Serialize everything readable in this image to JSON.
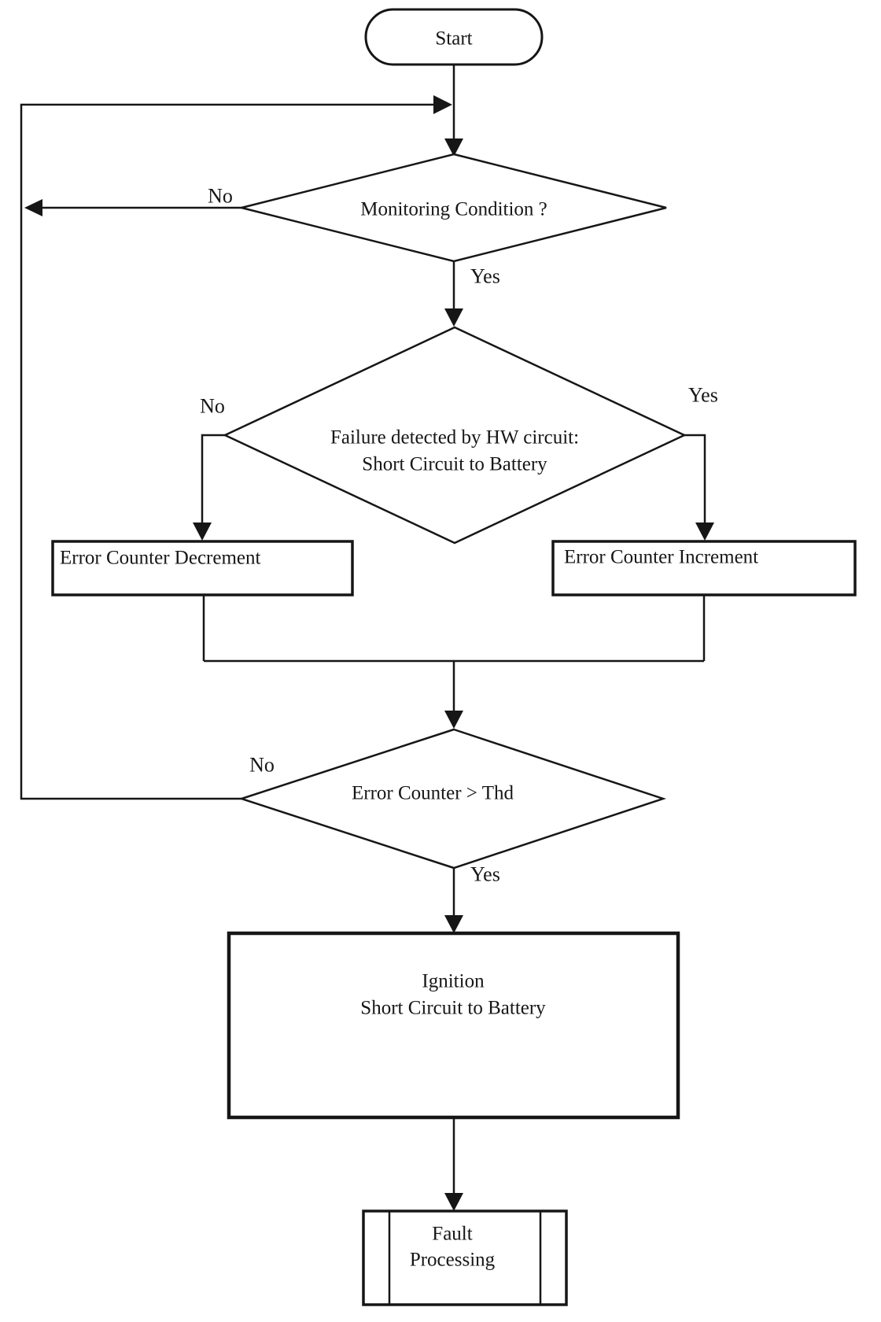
{
  "diagram": {
    "background": "#ffffff",
    "ink": "#161616",
    "nodes": {
      "start": {
        "type": "terminator",
        "label": "Start"
      },
      "monitoring": {
        "type": "decision",
        "label": "Monitoring Condition ?"
      },
      "failure_check": {
        "type": "decision",
        "line1": "Failure detected by HW circuit:",
        "line2": "Short Circuit to Battery"
      },
      "error_counter_decrement": {
        "type": "process",
        "label": "Error Counter Decrement"
      },
      "error_counter_increment": {
        "type": "process",
        "label": "Error Counter Increment"
      },
      "threshold_check": {
        "type": "decision",
        "label": "Error Counter > Thd"
      },
      "ignition": {
        "type": "process",
        "line1": "Ignition",
        "line2": "Short Circuit to Battery"
      },
      "fault_processing": {
        "type": "predefined_process",
        "line1": "Fault",
        "line2": "Processing"
      }
    },
    "edge_labels": {
      "monitoring_no": "No",
      "monitoring_yes": "Yes",
      "failure_no": "No",
      "failure_yes": "Yes",
      "threshold_no": "No",
      "threshold_yes": "Yes"
    }
  }
}
